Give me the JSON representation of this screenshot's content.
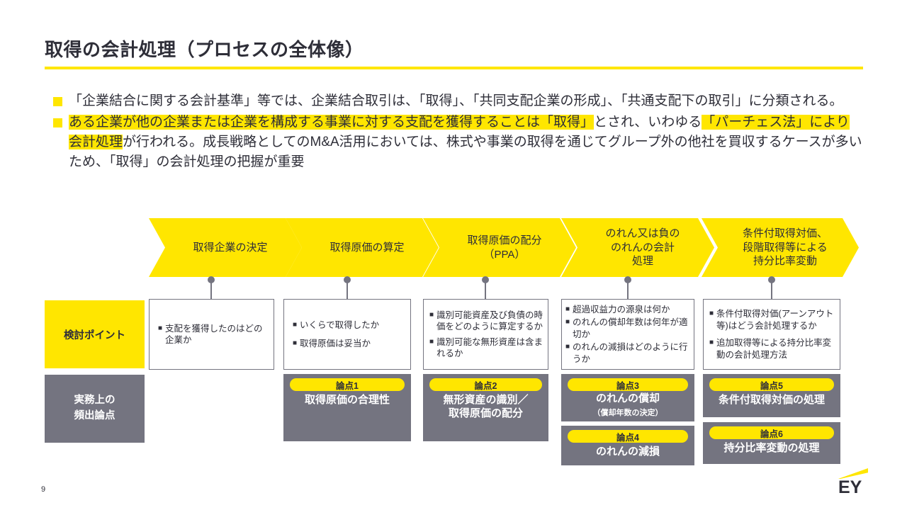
{
  "slide": {
    "title": "取得の会計処理（プロセスの全体像）",
    "page_number": "9",
    "logo_text": "EY"
  },
  "colors": {
    "accent_yellow": "#FFE600",
    "dark_gray_text": "#2E2E38",
    "box_gray": "#747480"
  },
  "bullets": [
    {
      "segments": [
        {
          "text": "「企業結合に関する会計基準」等では、企業結合取引は、「取得」、「共同支配企業の形成」、「共通支配下の取引」に分類される。",
          "highlight": false
        }
      ]
    },
    {
      "segments": [
        {
          "text": "ある企業が他の企業または企業を構成する事業に対する支配を獲得することは「取得」",
          "highlight": true
        },
        {
          "text": "とされ、いわゆる",
          "highlight": false
        },
        {
          "text": "「パーチェス法」により会計処理",
          "highlight": true
        },
        {
          "text": "が行われる。成長戦略としてのM&A活用においては、株式や事業の取得を通じてグループ外の他社を買収するケースが多いため、「取得」の会計処理の把握が重要",
          "highlight": false
        }
      ]
    }
  ],
  "process": {
    "row_labels": {
      "points": "検討ポイント",
      "topics": "実務上の\n頻出論点"
    },
    "steps": [
      {
        "label": "取得企業の決定"
      },
      {
        "label": "取得原価の算定"
      },
      {
        "label": "取得原価の配分\n（PPA）"
      },
      {
        "label": "のれん又は負の\nのれんの会計\n処理"
      },
      {
        "label": "条件付取得対価、\n段階取得等による\n持分比率変動"
      }
    ],
    "columns": [
      {
        "points": [
          "支配を獲得したのはどの企業か"
        ]
      },
      {
        "points": [
          "いくらで取得したか",
          "取得原価は妥当か"
        ]
      },
      {
        "points": [
          "識別可能資産及び負債の時価をどのように算定するか",
          "識別可能な無形資産は含まれるか"
        ]
      },
      {
        "points": [
          "超過収益力の源泉は何か",
          "のれんの償却年数は何年が適切か",
          "のれんの減損はどのように行うか"
        ]
      },
      {
        "points": [
          "条件付取得対価(アーンアウト等)はどう会計処理するか",
          "追加取得等による持分比率変動の会計処理方法"
        ]
      }
    ],
    "topics": [
      {
        "badge": "論点1",
        "title": "取得原価の合理性",
        "subtitle": ""
      },
      {
        "badge": "論点2",
        "title": "無形資産の識別／\n取得原価の配分",
        "subtitle": ""
      },
      {
        "badge": "論点3",
        "title": "のれんの償却",
        "subtitle": "（償却年数の決定）"
      },
      {
        "badge": "論点4",
        "title": "のれんの減損",
        "subtitle": ""
      },
      {
        "badge": "論点5",
        "title": "条件付取得対価の処理",
        "subtitle": ""
      },
      {
        "badge": "論点6",
        "title": "持分比率変動の処理",
        "subtitle": ""
      }
    ]
  }
}
